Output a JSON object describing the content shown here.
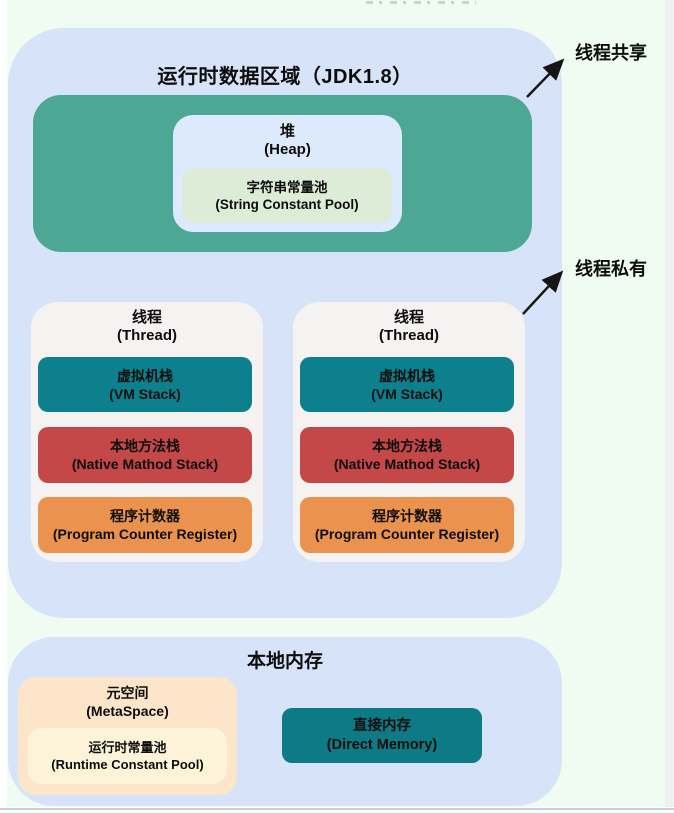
{
  "annotations": {
    "thread_shared": "线程共享",
    "thread_private": "线程私有"
  },
  "runtime_area": {
    "title": "运行时数据区域（JDK1.8）",
    "heap": {
      "label_zh": "堆",
      "label_en": "(Heap)"
    },
    "string_constant_pool": {
      "label_zh": "字符串常量池",
      "label_en": "(String Constant Pool)"
    },
    "threads": [
      {
        "label_zh": "线程",
        "label_en": "(Thread)",
        "vm_stack": {
          "label_zh": "虚拟机栈",
          "label_en": "(VM Stack)"
        },
        "native_method_stack": {
          "label_zh": "本地方法栈",
          "label_en": "(Native Mathod Stack)"
        },
        "program_counter": {
          "label_zh": "程序计数器",
          "label_en": "(Program Counter Register)"
        }
      },
      {
        "label_zh": "线程",
        "label_en": "(Thread)",
        "vm_stack": {
          "label_zh": "虚拟机栈",
          "label_en": "(VM Stack)"
        },
        "native_method_stack": {
          "label_zh": "本地方法栈",
          "label_en": "(Native Mathod Stack)"
        },
        "program_counter": {
          "label_zh": "程序计数器",
          "label_en": "(Program Counter Register)"
        }
      }
    ]
  },
  "native_memory": {
    "title": "本地内存",
    "metaspace": {
      "label_zh": "元空间",
      "label_en": "(MetaSpace)"
    },
    "runtime_constant_pool": {
      "label_zh": "运行时常量池",
      "label_en": "(Runtime Constant Pool)"
    },
    "direct_memory": {
      "label_zh": "直接内存",
      "label_en": "(Direct Memory)"
    }
  },
  "colors": {
    "canvas_bg": "#f0fbf2",
    "container_blue": "#d6e3f8",
    "heap_green": "#4ca794",
    "heap_inner_blue": "#dde9fc",
    "string_pool_green": "#dcecd6",
    "thread_bg": "#f4f3f1",
    "vm_stack_teal": "#0d808d",
    "native_stack_red": "#c54848",
    "pc_register_orange": "#eb934e",
    "metaspace_peach": "#fce5c9",
    "runtime_pool_cream": "#fdf3d9",
    "direct_memory_teal": "#0c7b85",
    "arrow_black": "#151515"
  }
}
